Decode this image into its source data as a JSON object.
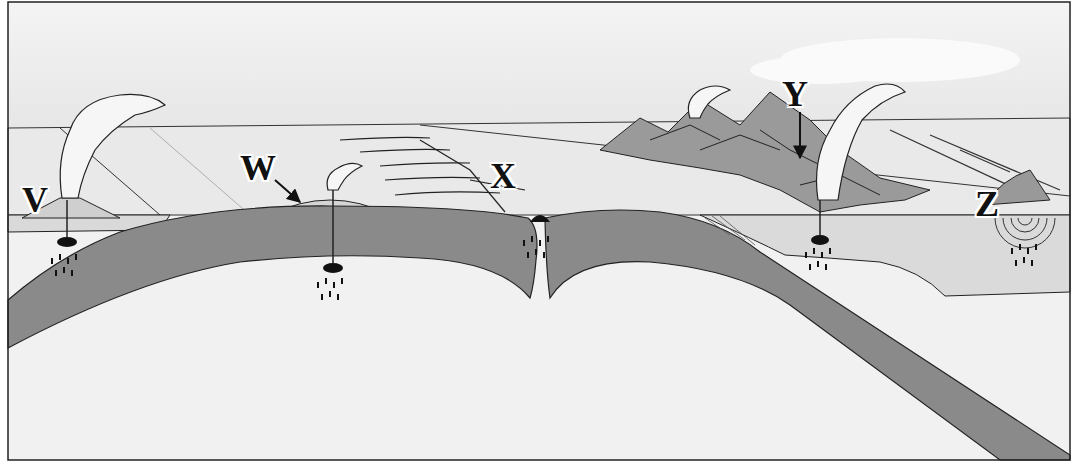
{
  "diagram": {
    "labels": [
      "V",
      "W",
      "X",
      "Y",
      "Z"
    ]
  }
}
